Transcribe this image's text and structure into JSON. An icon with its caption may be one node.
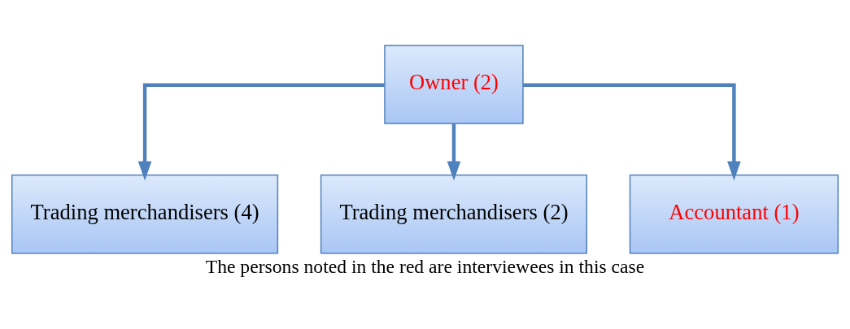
{
  "diagram": {
    "caption": "The persons noted in the red are interviewees in this case",
    "nodes": [
      {
        "text": [
          "Owner (2)"
        ]
      },
      {
        "text": [
          "Trading merchandisers (4)"
        ]
      },
      {
        "text": [
          "Trading merchandisers (2)"
        ]
      },
      {
        "text": [
          "Accountant (1)"
        ]
      }
    ],
    "edges": [
      {
        "from": 0,
        "to": 1,
        "arrow": "to"
      },
      {
        "from": 0,
        "to": 2,
        "arrow": "to"
      },
      {
        "from": 0,
        "to": 3,
        "arrow": "to"
      }
    ]
  }
}
